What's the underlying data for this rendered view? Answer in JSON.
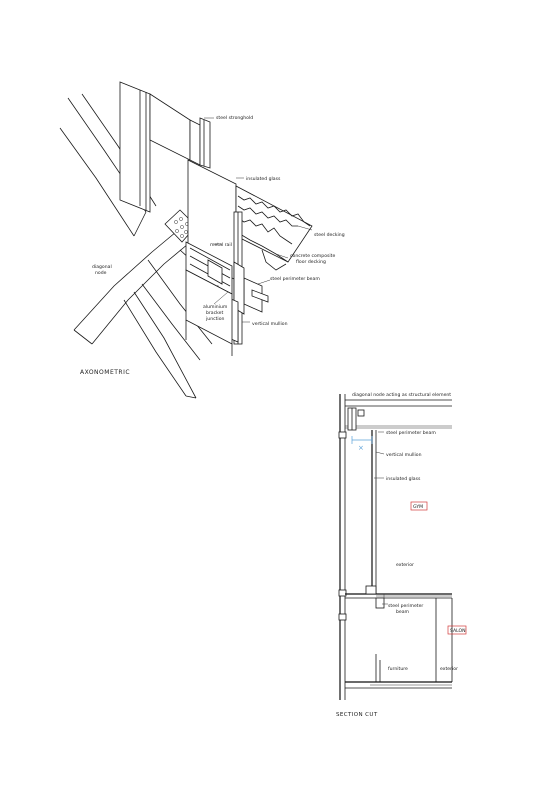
{
  "axonometric": {
    "title": "AXONOMETRIC",
    "labels": {
      "steel_stronghold": "steel stronghold",
      "insulated_glass": "insulated glass",
      "steel_decking": "steel decking",
      "concrete_composite": "concrete composite",
      "floor_decking": "floor decking",
      "metal_rail": "metal rail",
      "steel_perimeter_beam": "steel perimeter beam",
      "diagonal_node": "diagonal",
      "node": "node",
      "aluminium_bracket": "aluminium",
      "bracket": "bracket",
      "junction": "junction",
      "vertical_mullion": "vertical mullion"
    }
  },
  "section": {
    "title": "SECTION CUT",
    "labels": {
      "diagonal_node_note": "diagonal node acting as structural element",
      "steel_perimeter_beam": "steel perimeter beam",
      "vertical_mullion": "vertical mullion",
      "insulated_glass": "insulated glass",
      "gym": "GYM",
      "exterior": "exterior",
      "steel_perimeter": "steel perimeter",
      "beam": "beam",
      "salon": "SALON",
      "furniture": "furniture",
      "exterior_lower": "exterior"
    },
    "marker": "×"
  },
  "colors": {
    "ink": "#1a1a1a",
    "room_tag": "#d23a3a",
    "dimension": "#5aa0d8"
  }
}
